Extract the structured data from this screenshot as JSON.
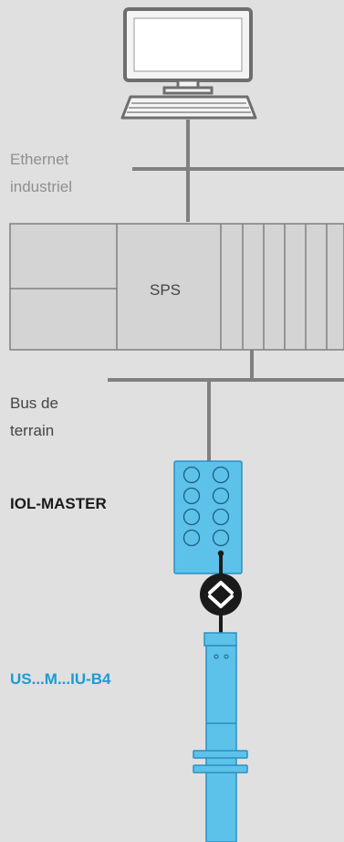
{
  "labels": {
    "ethernet_line1": "Ethernet",
    "ethernet_line2": "industriel",
    "plc": "SPS",
    "fieldbus_line1": "Bus de",
    "fieldbus_line2": "terrain",
    "iol_master": "IOL-MASTER",
    "sensor": "US...M...IU-B4"
  },
  "icons": {
    "computer": "computer-icon",
    "io_link": "bidirectional-arrows-icon"
  },
  "colors": {
    "background": "#e0e0e0",
    "line": "#808080",
    "device_blue": "#5cc2ea",
    "label_blue": "#1b9bd6",
    "io_link_black": "#1a1a1a"
  }
}
